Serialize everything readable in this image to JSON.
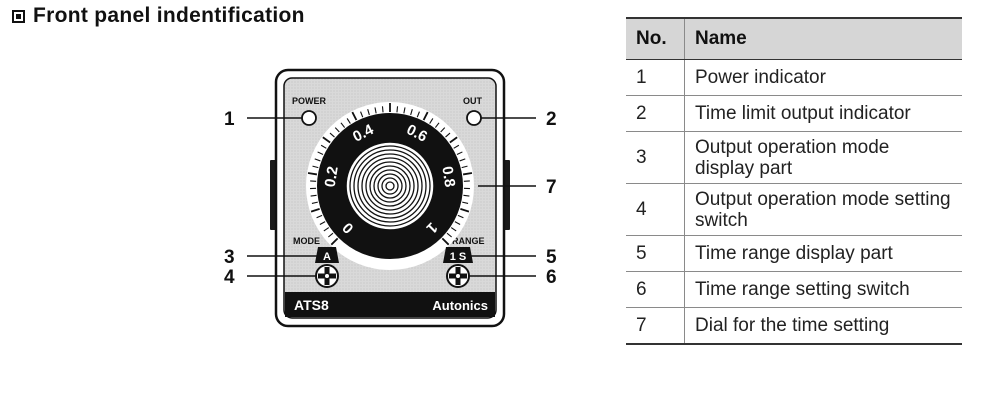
{
  "heading": "Front panel indentification",
  "panel": {
    "labels": {
      "power": "POWER",
      "out": "OUT",
      "mode": "MODE",
      "range": "RANGE",
      "model": "ATS8",
      "brand": "Autonics"
    },
    "dial_scale": [
      "0",
      "0.2",
      "0.4",
      "0.6",
      "0.8",
      "1"
    ],
    "mode_badge": "A",
    "range_badge": "1 S"
  },
  "callouts": [
    "1",
    "2",
    "3",
    "4",
    "5",
    "6",
    "7"
  ],
  "table": {
    "headers": [
      "No.",
      "Name"
    ],
    "rows": [
      {
        "no": "1",
        "name": "Power indicator"
      },
      {
        "no": "2",
        "name": "Time limit output indicator"
      },
      {
        "no": "3",
        "name": "Output operation mode display part"
      },
      {
        "no": "4",
        "name": "Output operation mode setting switch"
      },
      {
        "no": "5",
        "name": "Time range display part"
      },
      {
        "no": "6",
        "name": "Time range setting switch"
      },
      {
        "no": "7",
        "name": "Dial for the time setting"
      }
    ]
  }
}
